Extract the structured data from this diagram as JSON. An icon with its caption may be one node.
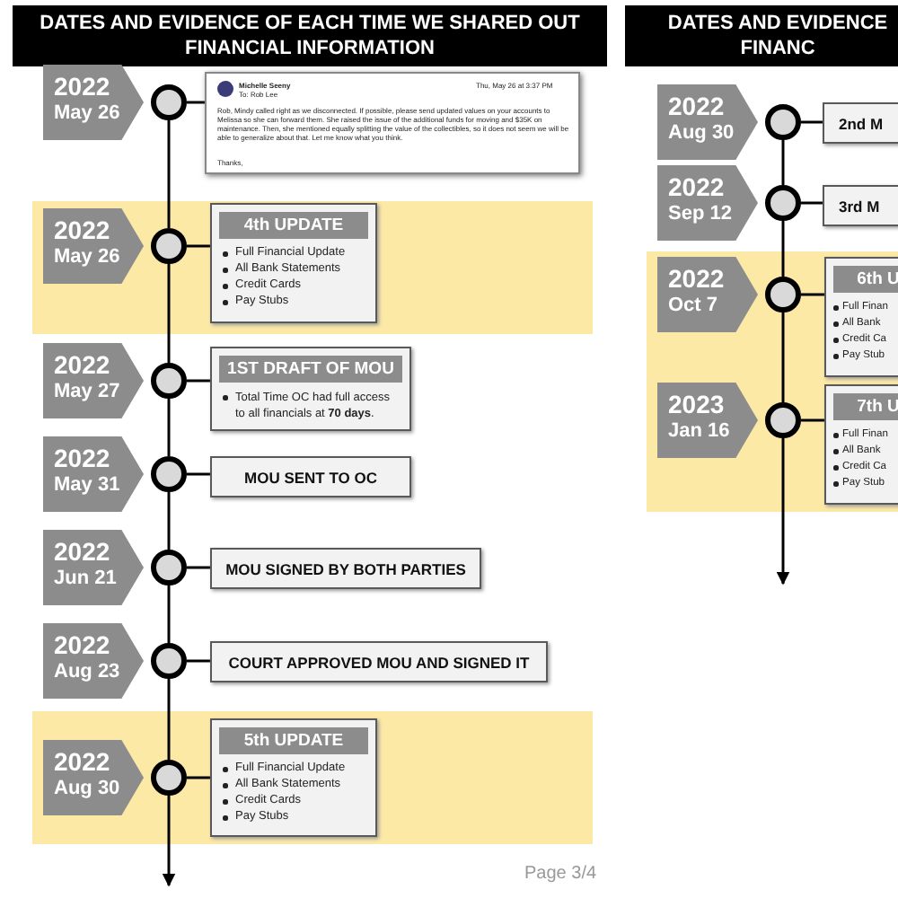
{
  "diagram": {
    "title": "DATES AND EVIDENCE OF EACH TIME WE SHARED OUT FINANCIAL INFORMATION",
    "nodes": [
      {
        "text": [
          "2022",
          "May 26"
        ]
      },
      {
        "text": [],
        "shape": "circle"
      },
      {
        "text": [
          "Michelle Seeny",
          "To: Rob Lee",
          "Thu, May 26 at 3:37 PM",
          "Rob, Mindy called right as we disconnected. If possible, please send updated values on your accounts to Melissa so she can forward them. She raised the issue of the additional funds for moving and $35K on maintenance. Then, she mentioned equally splitting the value of the collectibles, so it does not seem we will be able to generalize about that. Let me know what you think.",
          "Thanks,"
        ]
      },
      {
        "text": [
          "2022",
          "May 26"
        ]
      },
      {
        "text": [],
        "shape": "circle"
      },
      {
        "text": [
          "4th UPDATE",
          "Full Financial Update",
          "All Bank Statements",
          "Credit Cards",
          "Pay Stubs"
        ]
      },
      {
        "text": [
          "2022",
          "May 27"
        ]
      },
      {
        "text": [],
        "shape": "circle"
      },
      {
        "text": [
          "1ST DRAFT OF MOU",
          "Total Time OC had full access to all financials at **70 days**."
        ]
      },
      {
        "text": [
          "2022",
          "May 31"
        ]
      },
      {
        "text": [],
        "shape": "circle"
      },
      {
        "text": [
          "MOU SENT TO OC"
        ]
      },
      {
        "text": [
          "2022",
          "Jun 21"
        ]
      },
      {
        "text": [],
        "shape": "circle"
      },
      {
        "text": [
          "MOU SIGNED BY BOTH PARTIES"
        ]
      },
      {
        "text": [
          "2022",
          "Aug 23"
        ]
      },
      {
        "text": [],
        "shape": "circle"
      },
      {
        "text": [
          "COURT APPROVED MOU AND SIGNED IT"
        ]
      },
      {
        "text": [
          "2022",
          "Aug 30"
        ]
      },
      {
        "text": [],
        "shape": "circle"
      },
      {
        "text": [
          "5th UPDATE",
          "Full Financial Update",
          "All Bank Statements",
          "Credit Cards",
          "Pay Stubs"
        ]
      },
      {
        "text": [
          "2022",
          "Aug 30"
        ]
      },
      {
        "text": [],
        "shape": "circle"
      },
      {
        "text": [
          "2nd M"
        ]
      },
      {
        "text": [
          "2022",
          "Sep 12"
        ]
      },
      {
        "text": [],
        "shape": "circle"
      },
      {
        "text": [
          "3rd M"
        ]
      },
      {
        "text": [
          "2022",
          "Oct 7"
        ]
      },
      {
        "text": [],
        "shape": "circle"
      },
      {
        "text": [
          "6th U",
          "Full Finan",
          "All Bank",
          "Credit Ca",
          "Pay Stub"
        ]
      },
      {
        "text": [
          "2023",
          "Jan 16"
        ]
      },
      {
        "text": [],
        "shape": "circle"
      },
      {
        "text": [
          "7th U",
          "Full Finan",
          "All Bank",
          "Credit Ca",
          "Pay Stub"
        ]
      }
    ],
    "edges": [
      {
        "from": 1,
        "to": 2,
        "arrow": "none"
      },
      {
        "from": 1,
        "to": 4,
        "arrow": "none"
      },
      {
        "from": 4,
        "to": 5,
        "arrow": "none"
      },
      {
        "from": 4,
        "to": 7,
        "arrow": "none"
      },
      {
        "from": 7,
        "to": 8,
        "arrow": "none"
      },
      {
        "from": 7,
        "to": 10,
        "arrow": "none"
      },
      {
        "from": 10,
        "to": 11,
        "arrow": "none"
      },
      {
        "from": 10,
        "to": 13,
        "arrow": "none"
      },
      {
        "from": 13,
        "to": 14,
        "arrow": "none"
      },
      {
        "from": 13,
        "to": 16,
        "arrow": "none"
      },
      {
        "from": 16,
        "to": 17,
        "arrow": "none"
      },
      {
        "from": 16,
        "to": 19,
        "arrow": "none"
      },
      {
        "from": 19,
        "to": 20,
        "arrow": "none"
      },
      {
        "from": 19,
        "to": null,
        "arrow": "to"
      },
      {
        "from": 22,
        "to": 23,
        "arrow": "none"
      },
      {
        "from": 22,
        "to": 25,
        "arrow": "none"
      },
      {
        "from": 25,
        "to": 26,
        "arrow": "none"
      },
      {
        "from": 25,
        "to": 28,
        "arrow": "none"
      },
      {
        "from": 28,
        "to": 29,
        "arrow": "none"
      },
      {
        "from": 28,
        "to": 31,
        "arrow": "none"
      },
      {
        "from": 31,
        "to": 32,
        "arrow": "none"
      },
      {
        "from": 31,
        "to": null,
        "arrow": "to"
      }
    ],
    "labels": [
      "DATES AND EVIDENCE FINANC",
      "Page 3/4"
    ]
  }
}
